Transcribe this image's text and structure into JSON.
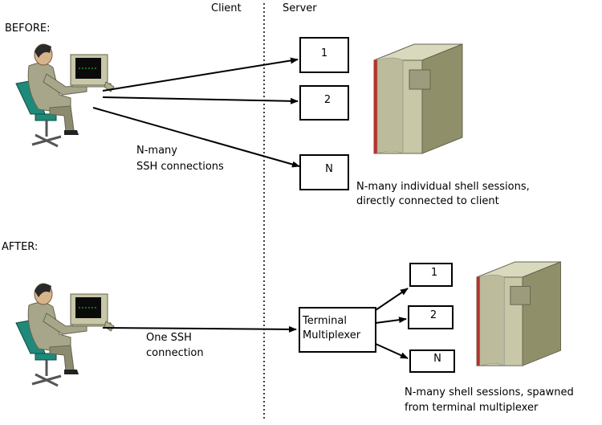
{
  "headers": {
    "client": "Client",
    "server": "Server"
  },
  "before": {
    "label": "BEFORE:",
    "connections_label": [
      "N-many",
      "SSH connections"
    ],
    "sessions": [
      "1",
      "2",
      "N"
    ],
    "caption": [
      "N-many individual shell sessions,",
      "directly connected to client"
    ]
  },
  "after": {
    "label": "AFTER:",
    "connections_label": [
      "One SSH",
      "connection"
    ],
    "multiplexer": [
      "Terminal",
      "Multiplexer"
    ],
    "sessions": [
      "1",
      "2",
      "N"
    ],
    "caption": [
      "N-many shell sessions, spawned",
      "from terminal multiplexer"
    ]
  },
  "colors": {
    "server_body": "#c8c8a8",
    "server_shadow": "#8f8f6a",
    "server_stripe": "#b8322c",
    "chair": "#1f8a7a",
    "shirt": "#a7a68a"
  }
}
